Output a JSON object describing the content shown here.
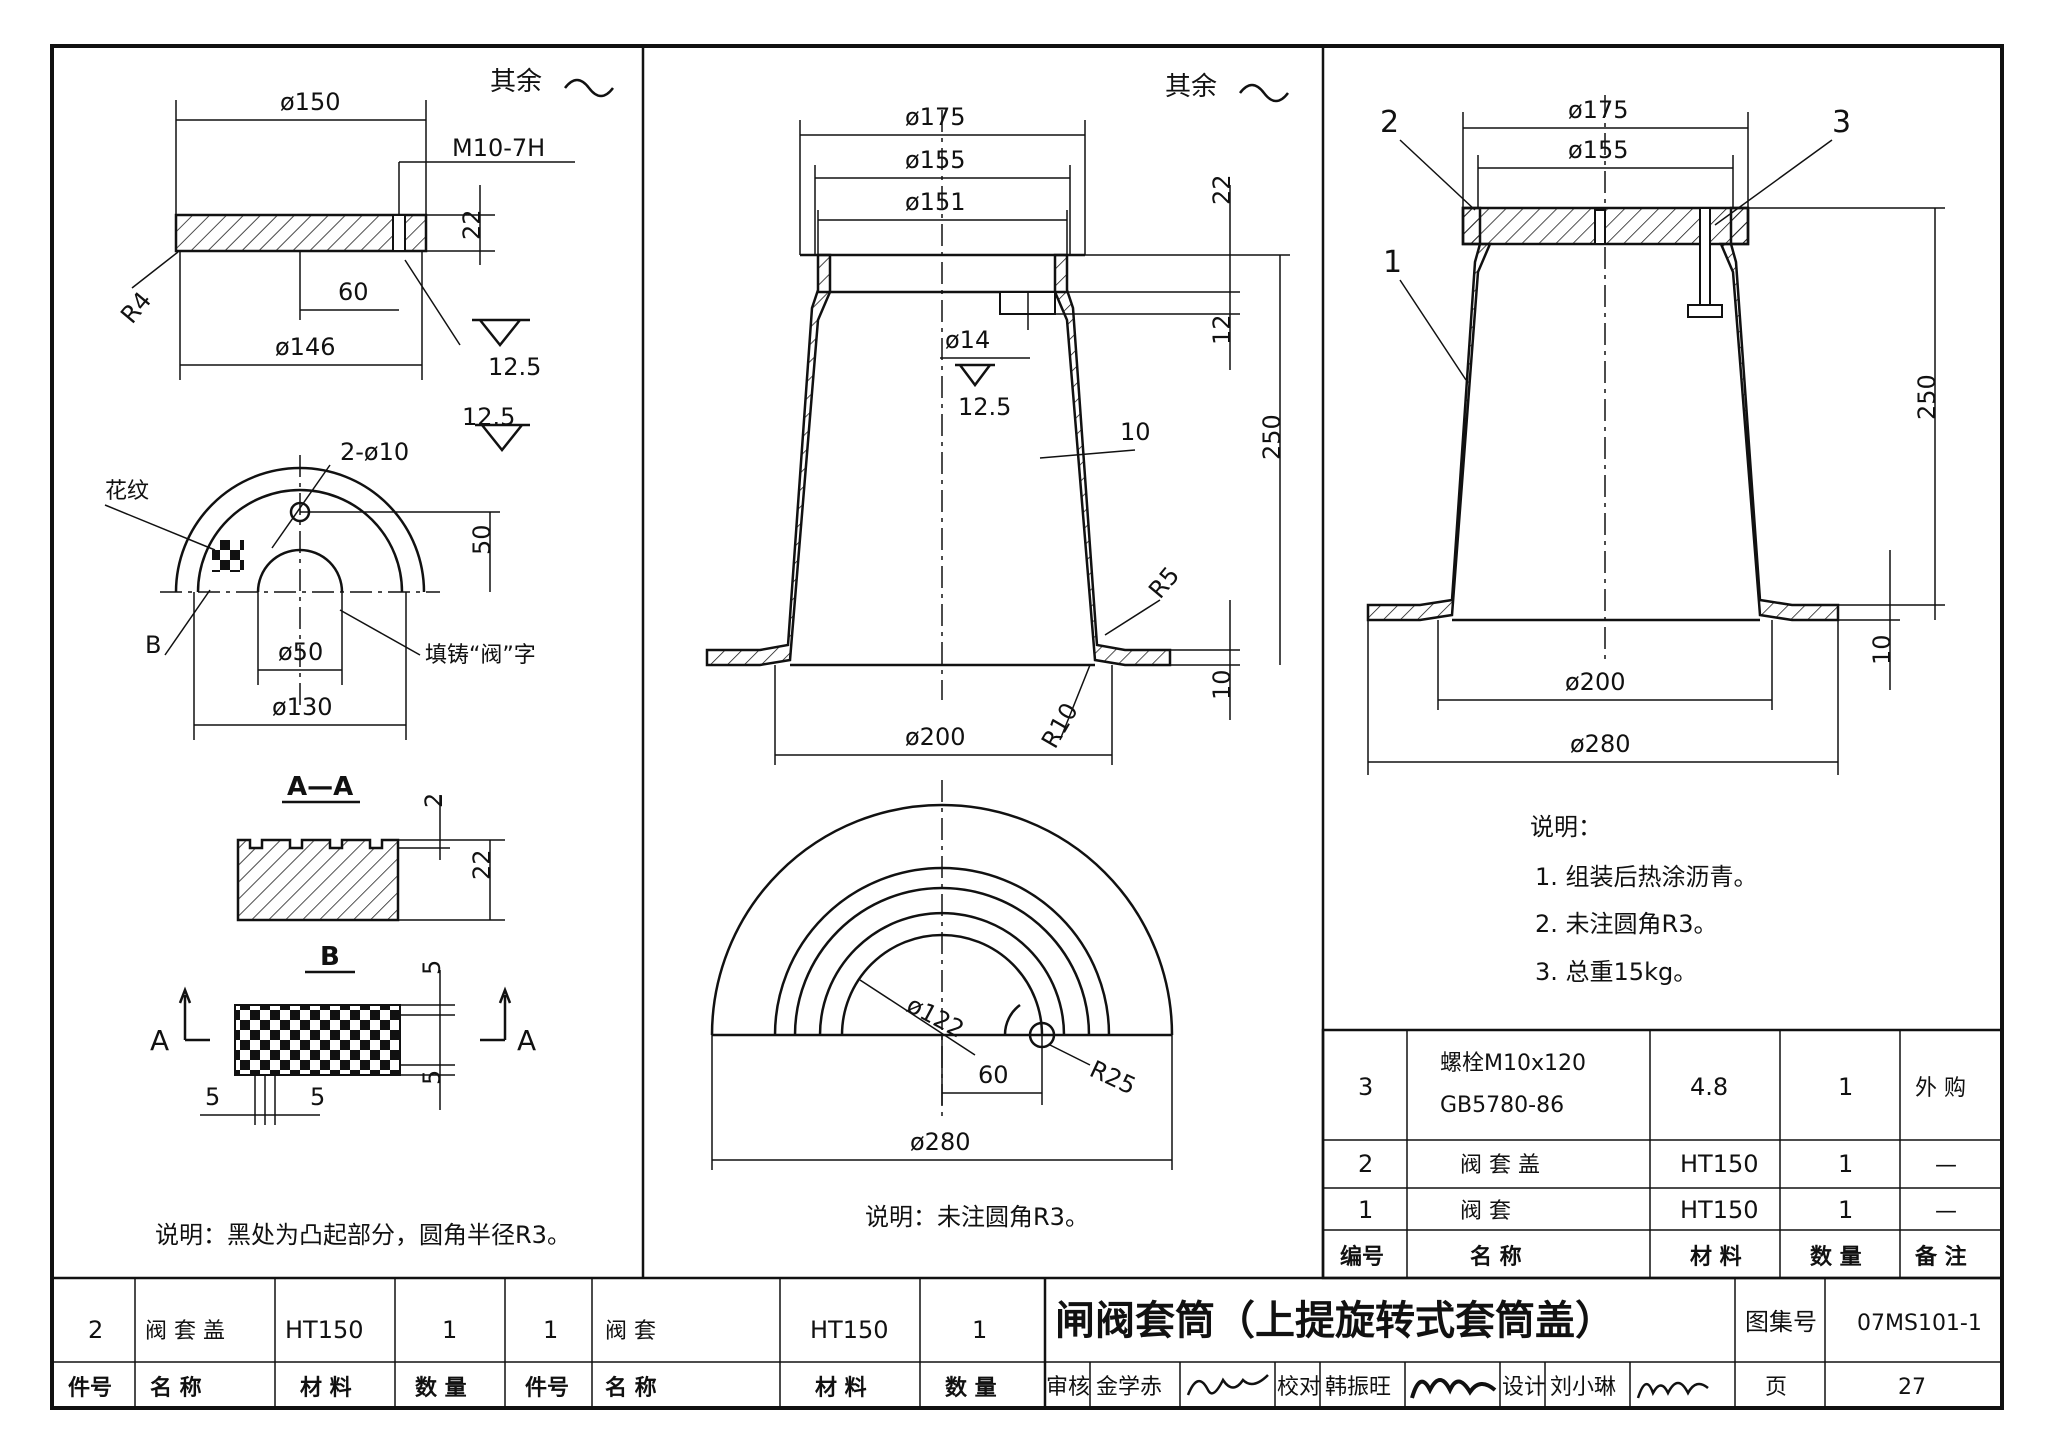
{
  "left_view": {
    "roughness_note": "其余",
    "dims": {
      "d150": "ø150",
      "m10": "M10-7H",
      "h22": "22",
      "r4": "R4",
      "d60": "60",
      "d146": "ø146",
      "ra125a": "12.5",
      "ra125b": "12.5",
      "hole": "2-ø10",
      "h50": "50",
      "d50": "ø50",
      "d130": "ø130",
      "pattern_label": "花纹",
      "b_label": "B",
      "cast_label": "填铸“阀”字"
    },
    "section_aa": {
      "title": "A—A",
      "d2": "2",
      "d22": "22"
    },
    "detail_b": {
      "title": "B",
      "d5_top": "5",
      "d5_bot": "5",
      "d5_left": "5",
      "d5_right": "5",
      "a_left": "A",
      "a_right": "A"
    },
    "note": "说明：黑处为凸起部分，圆角半径R3。"
  },
  "middle_view": {
    "roughness_note": "其余",
    "dims": {
      "d175": "ø175",
      "d155": "ø155",
      "d151": "ø151",
      "h22": "22",
      "h12": "12",
      "d14": "ø14",
      "ra125": "12.5",
      "t10": "10",
      "h250": "250",
      "r5": "R5",
      "r10": "R10",
      "h10": "10",
      "d200": "ø200",
      "d122": "ø122",
      "d60": "60",
      "r25": "R25",
      "d280": "ø280"
    },
    "note": "说明：未注圆角R3。"
  },
  "right_view": {
    "callouts": {
      "c1": "1",
      "c2": "2",
      "c3": "3"
    },
    "dims": {
      "d175": "ø175",
      "d155": "ø155",
      "h250": "250",
      "h10": "10",
      "d200": "ø200",
      "d280": "ø280"
    },
    "notes": {
      "title": "说明：",
      "items": [
        "1. 组装后热涂沥青。",
        "2. 未注圆角R3。",
        "3. 总重15kg。"
      ]
    }
  },
  "parts_table": {
    "rows": [
      {
        "no": "3",
        "name1": "螺栓M10x120",
        "name2": "GB5780-86",
        "material": "4.8",
        "qty": "1",
        "remark": "外 购"
      },
      {
        "no": "2",
        "name1": "阀 套 盖",
        "name2": "",
        "material": "HT150",
        "qty": "1",
        "remark": "—"
      },
      {
        "no": "1",
        "name1": "阀 套",
        "name2": "",
        "material": "HT150",
        "qty": "1",
        "remark": "—"
      }
    ],
    "header": {
      "no": "编号",
      "name": "名 称",
      "material": "材 料",
      "qty": "数 量",
      "remark": "备 注"
    }
  },
  "bottom_parts": {
    "row": [
      "2",
      "阀 套 盖",
      "HT150",
      "1",
      "1",
      "阀 套",
      "HT150",
      "1"
    ],
    "header": [
      "件号",
      "名 称",
      "材 料",
      "数 量",
      "件号",
      "名 称",
      "材 料",
      "数 量"
    ]
  },
  "title_block": {
    "title": "闸阀套筒（上提旋转式套筒盖）",
    "atlas_label": "图集号",
    "atlas_no": "07MS101-1",
    "review_label": "审核",
    "reviewer": "金学赤",
    "check_label": "校对",
    "checker": "韩振旺",
    "design_label": "设计",
    "designer": "刘小琳",
    "page_label": "页",
    "page_no": "27"
  }
}
